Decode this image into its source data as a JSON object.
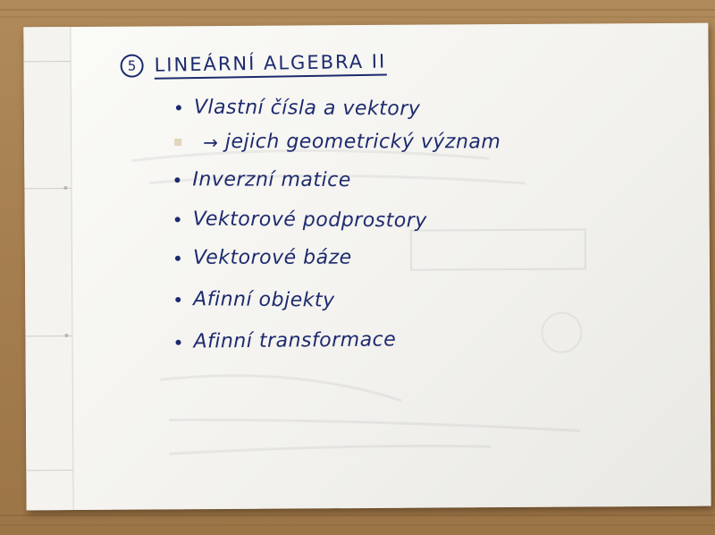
{
  "notebook": {
    "section_number": "5",
    "title": "LINEÁRNÍ ALGEBRA II",
    "items": [
      {
        "label": "Vlastní čísla a vektory",
        "marker": "bullet"
      },
      {
        "label": "jejich geometrický význam",
        "marker": "arrow",
        "arrow_glyph": "→"
      },
      {
        "label": "Inverzní matice",
        "marker": "bullet"
      },
      {
        "label": "Vektorové podprostory",
        "marker": "bullet"
      },
      {
        "label": "Vektorové báze",
        "marker": "bullet"
      },
      {
        "label": "Afinní objekty",
        "marker": "bullet"
      },
      {
        "label": "Afinní transformace",
        "marker": "bullet"
      }
    ],
    "ink_color": "#1d2a6e",
    "paper_color": "#f5f4f0",
    "desk_color": "#a67f50"
  }
}
